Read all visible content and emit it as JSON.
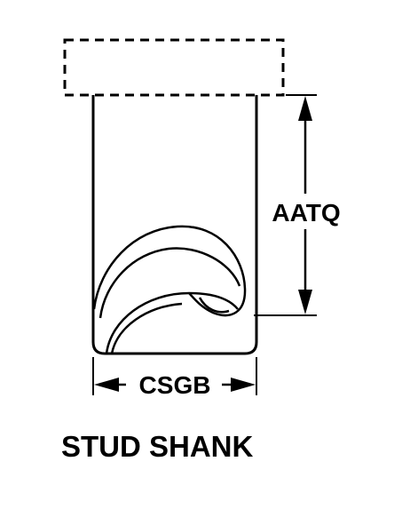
{
  "diagram": {
    "height_label": "AATQ",
    "width_label": "CSGB",
    "caption": "STUD SHANK"
  },
  "colors": {
    "line": "#000000",
    "background": "#ffffff"
  }
}
